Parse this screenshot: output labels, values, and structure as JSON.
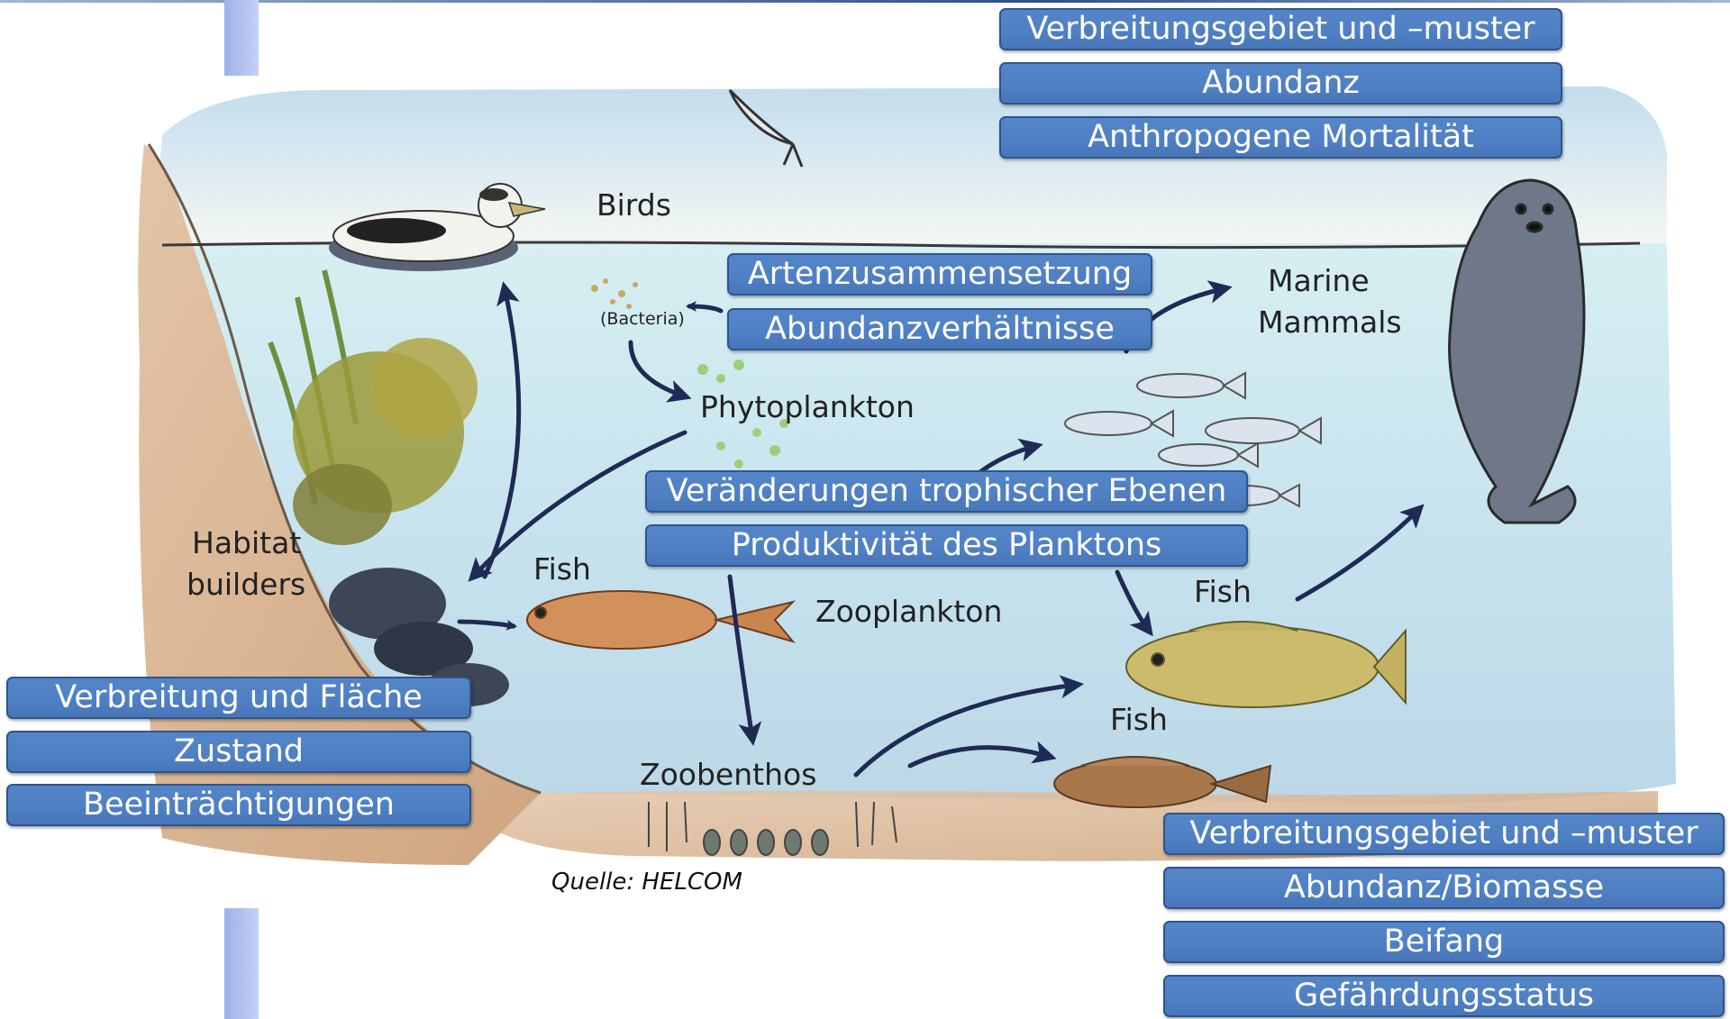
{
  "diagram": {
    "labels": {
      "birds": "Birds",
      "bacteria": "(Bacteria)",
      "phytoplankton": "Phytoplankton",
      "marine_mammals_1": "Marine",
      "marine_mammals_2": "Mammals",
      "habitat_builders_1": "Habitat",
      "habitat_builders_2": "builders",
      "fish_left": "Fish",
      "zooplankton": "Zooplankton",
      "fish_right": "Fish",
      "fish_bottom": "Fish",
      "zoobenthos": "Zoobenthos"
    },
    "source": "Quelle: HELCOM"
  },
  "indicators": {
    "birds": [
      "Verbreitungsgebiet und –muster",
      "Abundanz",
      "Anthropogene Mortalität"
    ],
    "fish_community": [
      "Artenzusammensetzung",
      "Abundanzverhältnisse"
    ],
    "food_web": [
      "Veränderungen trophischer Ebenen",
      "Produktivität des Planktons"
    ],
    "habitats": [
      "Verbreitung und Fläche",
      "Zustand",
      "Beeinträchtigungen"
    ],
    "mammals": [
      "Verbreitungsgebiet und –muster",
      "Abundanz/Biomasse",
      "Beifang",
      "Gefährdungsstatus"
    ]
  },
  "colors": {
    "tag_fill": "#4f80c4",
    "tag_border": "#2e558f",
    "arrow": "#1f2a55",
    "water": "#cfe9f0",
    "sediment": "#d9b898"
  }
}
